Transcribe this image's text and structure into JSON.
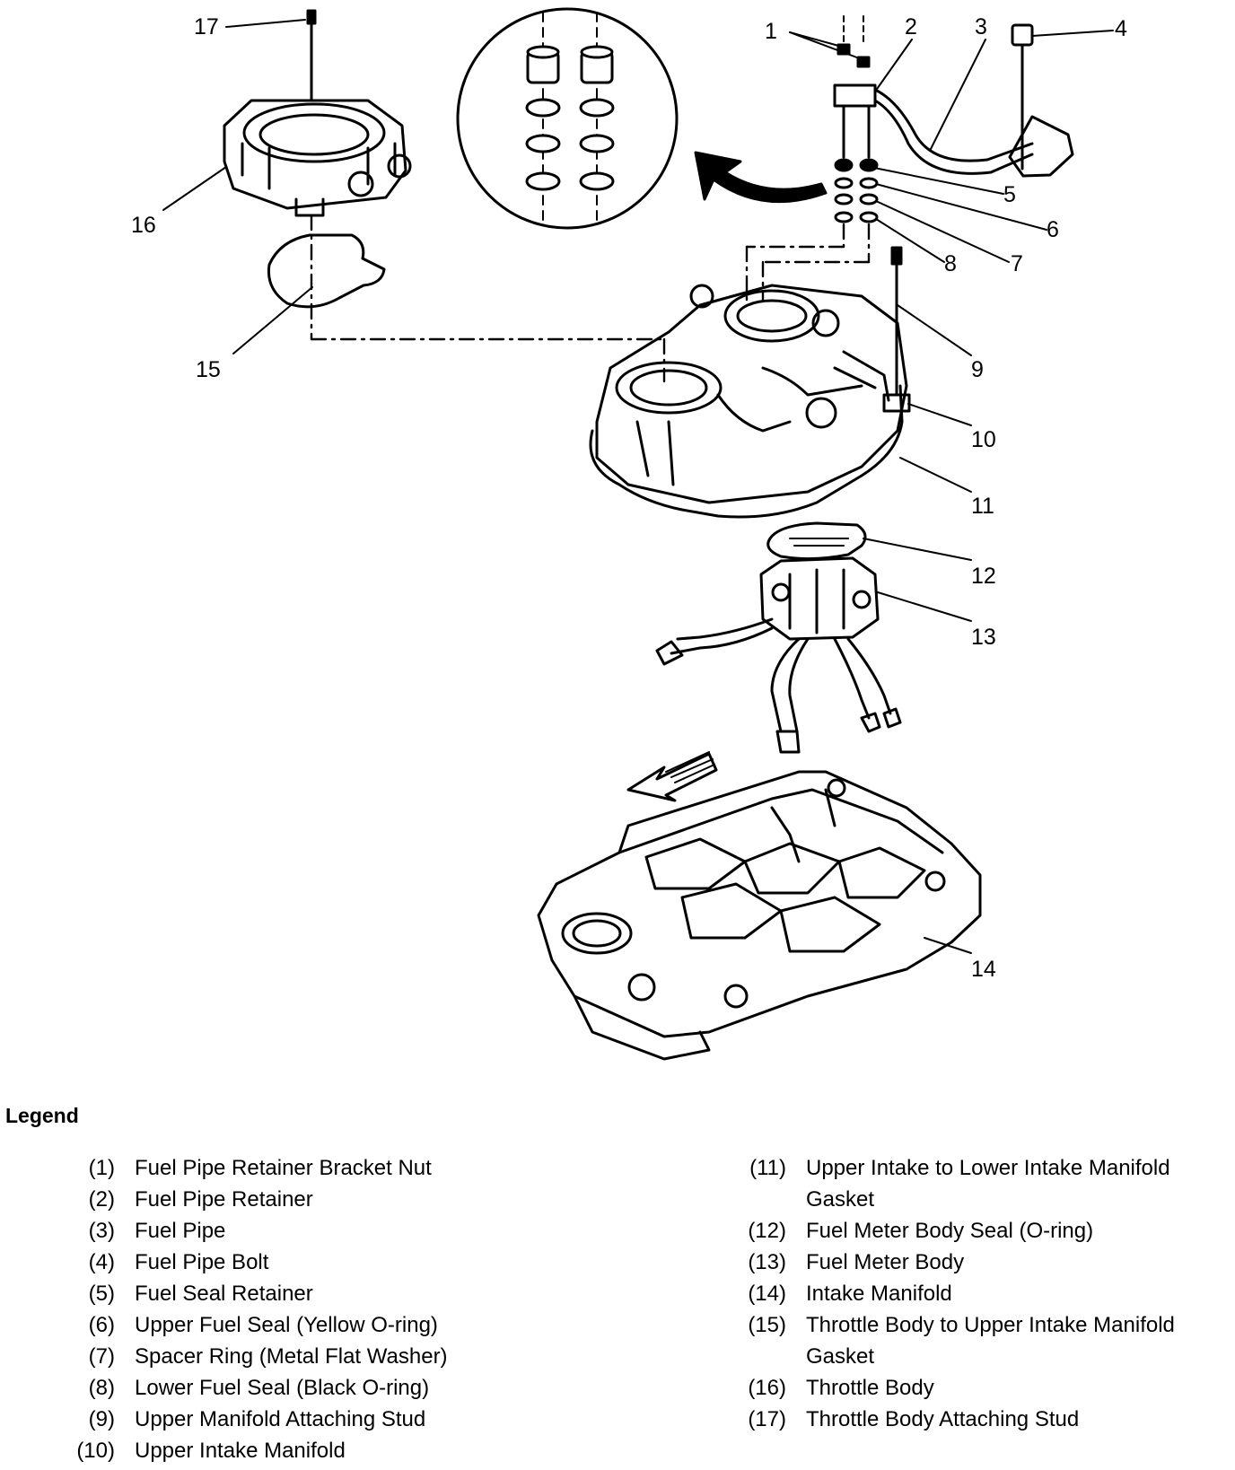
{
  "callouts": [
    "17",
    "1",
    "2",
    "3",
    "4",
    "16",
    "5",
    "6",
    "8",
    "7",
    "15",
    "9",
    "10",
    "11",
    "12",
    "13",
    "14"
  ],
  "legend": {
    "title": "Legend",
    "items": [
      {
        "num": "(1)",
        "text": "Fuel Pipe Retainer Bracket Nut"
      },
      {
        "num": "(2)",
        "text": "Fuel Pipe Retainer"
      },
      {
        "num": "(3)",
        "text": "Fuel Pipe"
      },
      {
        "num": "(4)",
        "text": "Fuel Pipe Bolt"
      },
      {
        "num": "(5)",
        "text": "Fuel Seal Retainer"
      },
      {
        "num": "(6)",
        "text": "Upper Fuel Seal (Yellow O-ring)"
      },
      {
        "num": "(7)",
        "text": "Spacer Ring (Metal Flat Washer)"
      },
      {
        "num": "(8)",
        "text": "Lower Fuel Seal (Black O-ring)"
      },
      {
        "num": "(9)",
        "text": "Upper Manifold Attaching Stud"
      },
      {
        "num": "(10)",
        "text": "Upper Intake Manifold"
      },
      {
        "num": "(11)",
        "text": "Upper Intake to Lower Intake Manifold Gasket"
      },
      {
        "num": "(12)",
        "text": "Fuel Meter Body Seal (O-ring)"
      },
      {
        "num": "(13)",
        "text": "Fuel Meter Body"
      },
      {
        "num": "(14)",
        "text": "Intake Manifold"
      },
      {
        "num": "(15)",
        "text": "Throttle Body to Upper Intake Manifold Gasket"
      },
      {
        "num": "(16)",
        "text": "Throttle Body"
      },
      {
        "num": "(17)",
        "text": "Throttle Body Attaching Stud"
      }
    ]
  }
}
